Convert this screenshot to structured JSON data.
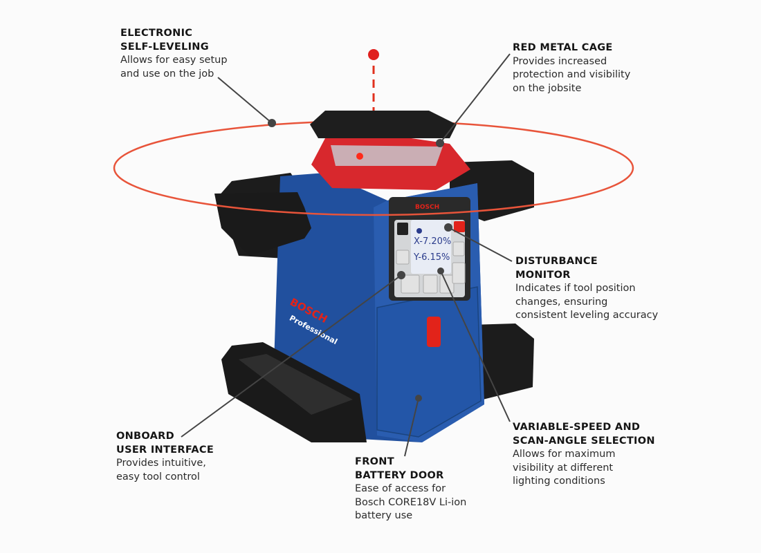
{
  "callouts": {
    "self_leveling": {
      "title": [
        "ELECTRONIC",
        "SELF-LEVELING"
      ],
      "body": [
        "Allows for easy setup",
        "and use on the job"
      ]
    },
    "cage": {
      "title": [
        "RED METAL CAGE"
      ],
      "body": [
        "Provides increased",
        "protection and visibility",
        "on the jobsite"
      ]
    },
    "disturbance": {
      "title": [
        "DISTURBANCE",
        "MONITOR"
      ],
      "body": [
        "Indicates if tool position",
        "changes, ensuring",
        "consistent leveling accuracy"
      ]
    },
    "speed": {
      "title": [
        "VARIABLE-SPEED AND",
        "SCAN-ANGLE SELECTION"
      ],
      "body": [
        "Allows for maximum",
        "visibility at different",
        "lighting conditions"
      ]
    },
    "ui": {
      "title": [
        "ONBOARD",
        "USER INTERFACE"
      ],
      "body": [
        "Provides intuitive,",
        "easy tool control"
      ]
    },
    "battery": {
      "title": [
        "FRONT",
        "BATTERY DOOR"
      ],
      "body": [
        "Ease of access for",
        "Bosch CORE18V Li-ion",
        "battery use"
      ]
    }
  },
  "device": {
    "brand": "BOSCH",
    "side_brand": "BOSCH",
    "side_line": "Professional",
    "lcd": {
      "x_reading": "X-7.20%",
      "y_reading": "Y-6.15%"
    }
  },
  "colors": {
    "laser": "#e8543a",
    "body_blue": "#1f4f9c",
    "cage_red": "#d8282d",
    "bumper": "#1c1c1c"
  }
}
